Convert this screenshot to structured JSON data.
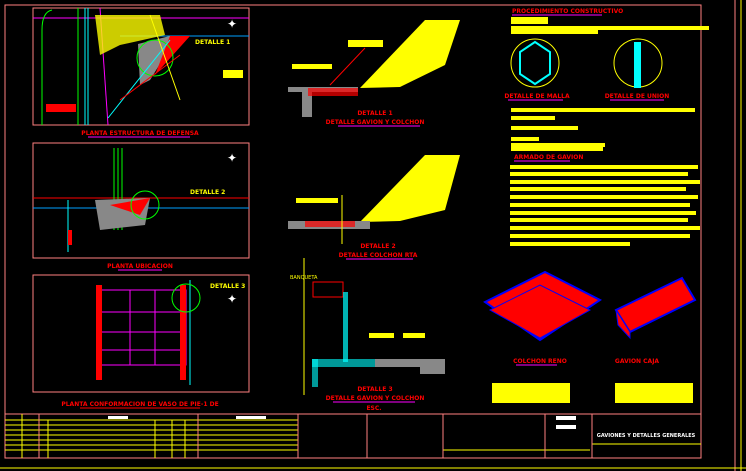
{
  "sheet": {
    "panels": {
      "planta_estructura": "PLANTA ESTRUCTURA DE DEFENSA",
      "planta_ubicacion": "PLANTA UBICACION",
      "planta_conformacion": "PLANTA CONFORMACION DE VASO DE PIE-1 DE",
      "detalle_callout_1": "DETALLE 1",
      "detalle_callout_2": "DETALLE 2",
      "detalle_callout_3": "DETALLE 3"
    },
    "sections": {
      "detalle1_num": "DETALLE 1",
      "detalle1_title": "DETALLE GAVION Y COLCHON",
      "detalle2_num": "DETALLE 2",
      "detalle2_title": "DETALLE COLCHON RTA",
      "detalle3_num": "DETALLE 3",
      "detalle3_title": "DETALLE GAVION Y COLCHON",
      "detalle3_scale": "ESC.",
      "nivel_label": "BANQUETA"
    },
    "notes": {
      "procedimiento_title": "PROCEDIMIENTO CONSTRUCTIVO",
      "detalle_malla": "DETALLE DE MALLA",
      "detalle_union": "DETALLE DE UNION",
      "armado_title": "ARMADO DE GAVION"
    },
    "iso": {
      "colchon": "COLCHON RENO",
      "gavion": "GAVION CAJA"
    },
    "title_block": {
      "title": "GAVIONES Y DETALLES GENERALES"
    }
  }
}
